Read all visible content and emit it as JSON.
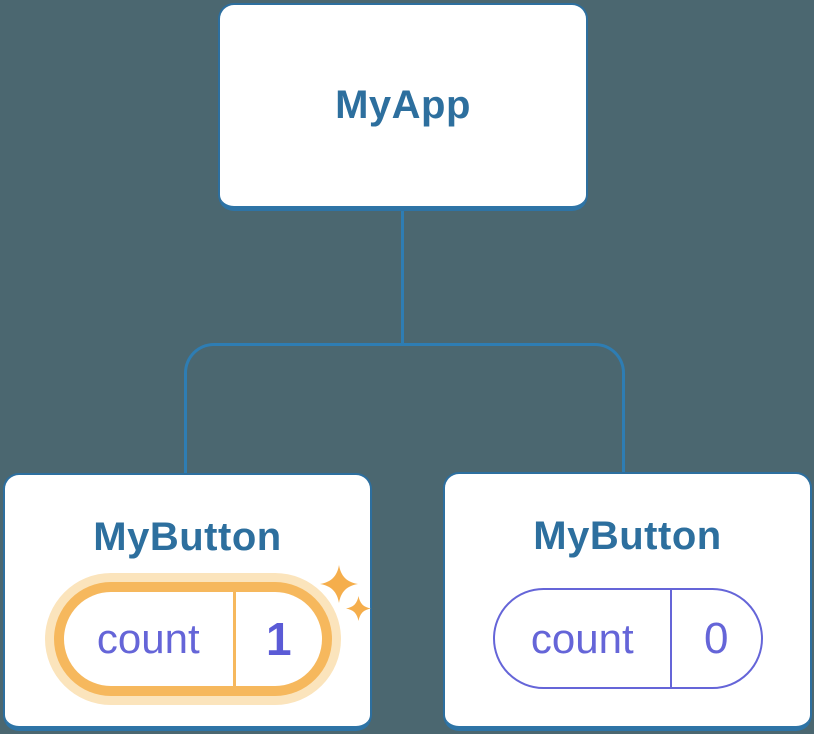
{
  "diagram": {
    "description": "React component tree showing isolated state",
    "nodes": {
      "root": {
        "label": "MyApp"
      },
      "left_child": {
        "label": "MyButton",
        "state": {
          "key": "count",
          "value": "1"
        },
        "highlighted": true
      },
      "right_child": {
        "label": "MyButton",
        "state": {
          "key": "count",
          "value": "0"
        },
        "highlighted": false
      }
    },
    "colors": {
      "background": "#4B6770",
      "connector_blue": "#2E7DB3",
      "card_border_blue": "#2D6F9F",
      "node_label_blue": "#2D6F9E",
      "state_indigo": "#6565D8",
      "state_value_bold_indigo": "#5B5BD6",
      "highlight_orange": "#F6B85D",
      "highlight_halo": "#FBE4BC",
      "sparkle_orange": "#F5AE4C"
    }
  }
}
